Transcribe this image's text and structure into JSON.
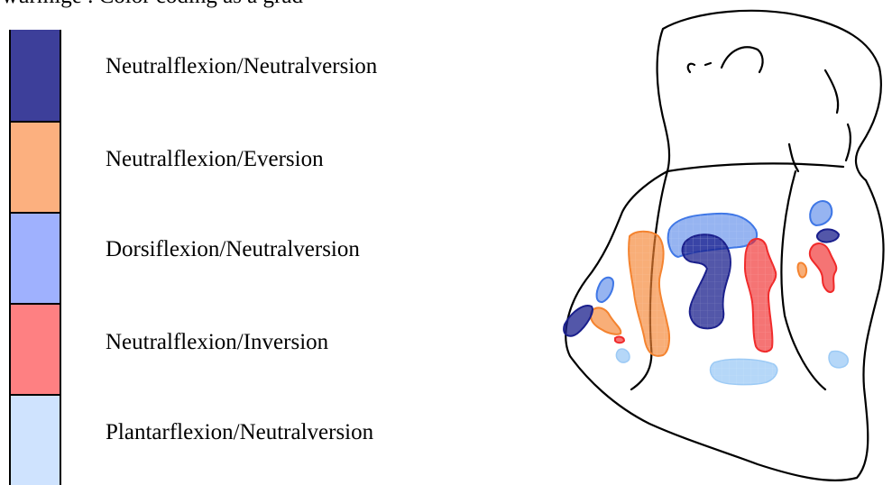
{
  "header": {
    "text": "wurmige . Color coding as a grad"
  },
  "legend": {
    "items": [
      {
        "label": "Neutralflexion/Neutralversion",
        "color": "#3d3f9a"
      },
      {
        "label": "Neutralflexion/Eversion",
        "color": "#fcb07f"
      },
      {
        "label": "Dorsiflexion/Neutralversion",
        "color": "#9fb1fe"
      },
      {
        "label": "Neutralflexion/Inversion",
        "color": "#fe8082"
      },
      {
        "label": "Plantarflexion/Neutralversion",
        "color": "#cfe3fe"
      }
    ]
  },
  "region_colors": {
    "neutral_neutral": "#1a1f8c",
    "neutral_eversion": "#f4832f",
    "dorsi_neutral": "#3f77e6",
    "neutral_inversion": "#f02a2a",
    "plantar_neutral": "#9ccaf5"
  }
}
